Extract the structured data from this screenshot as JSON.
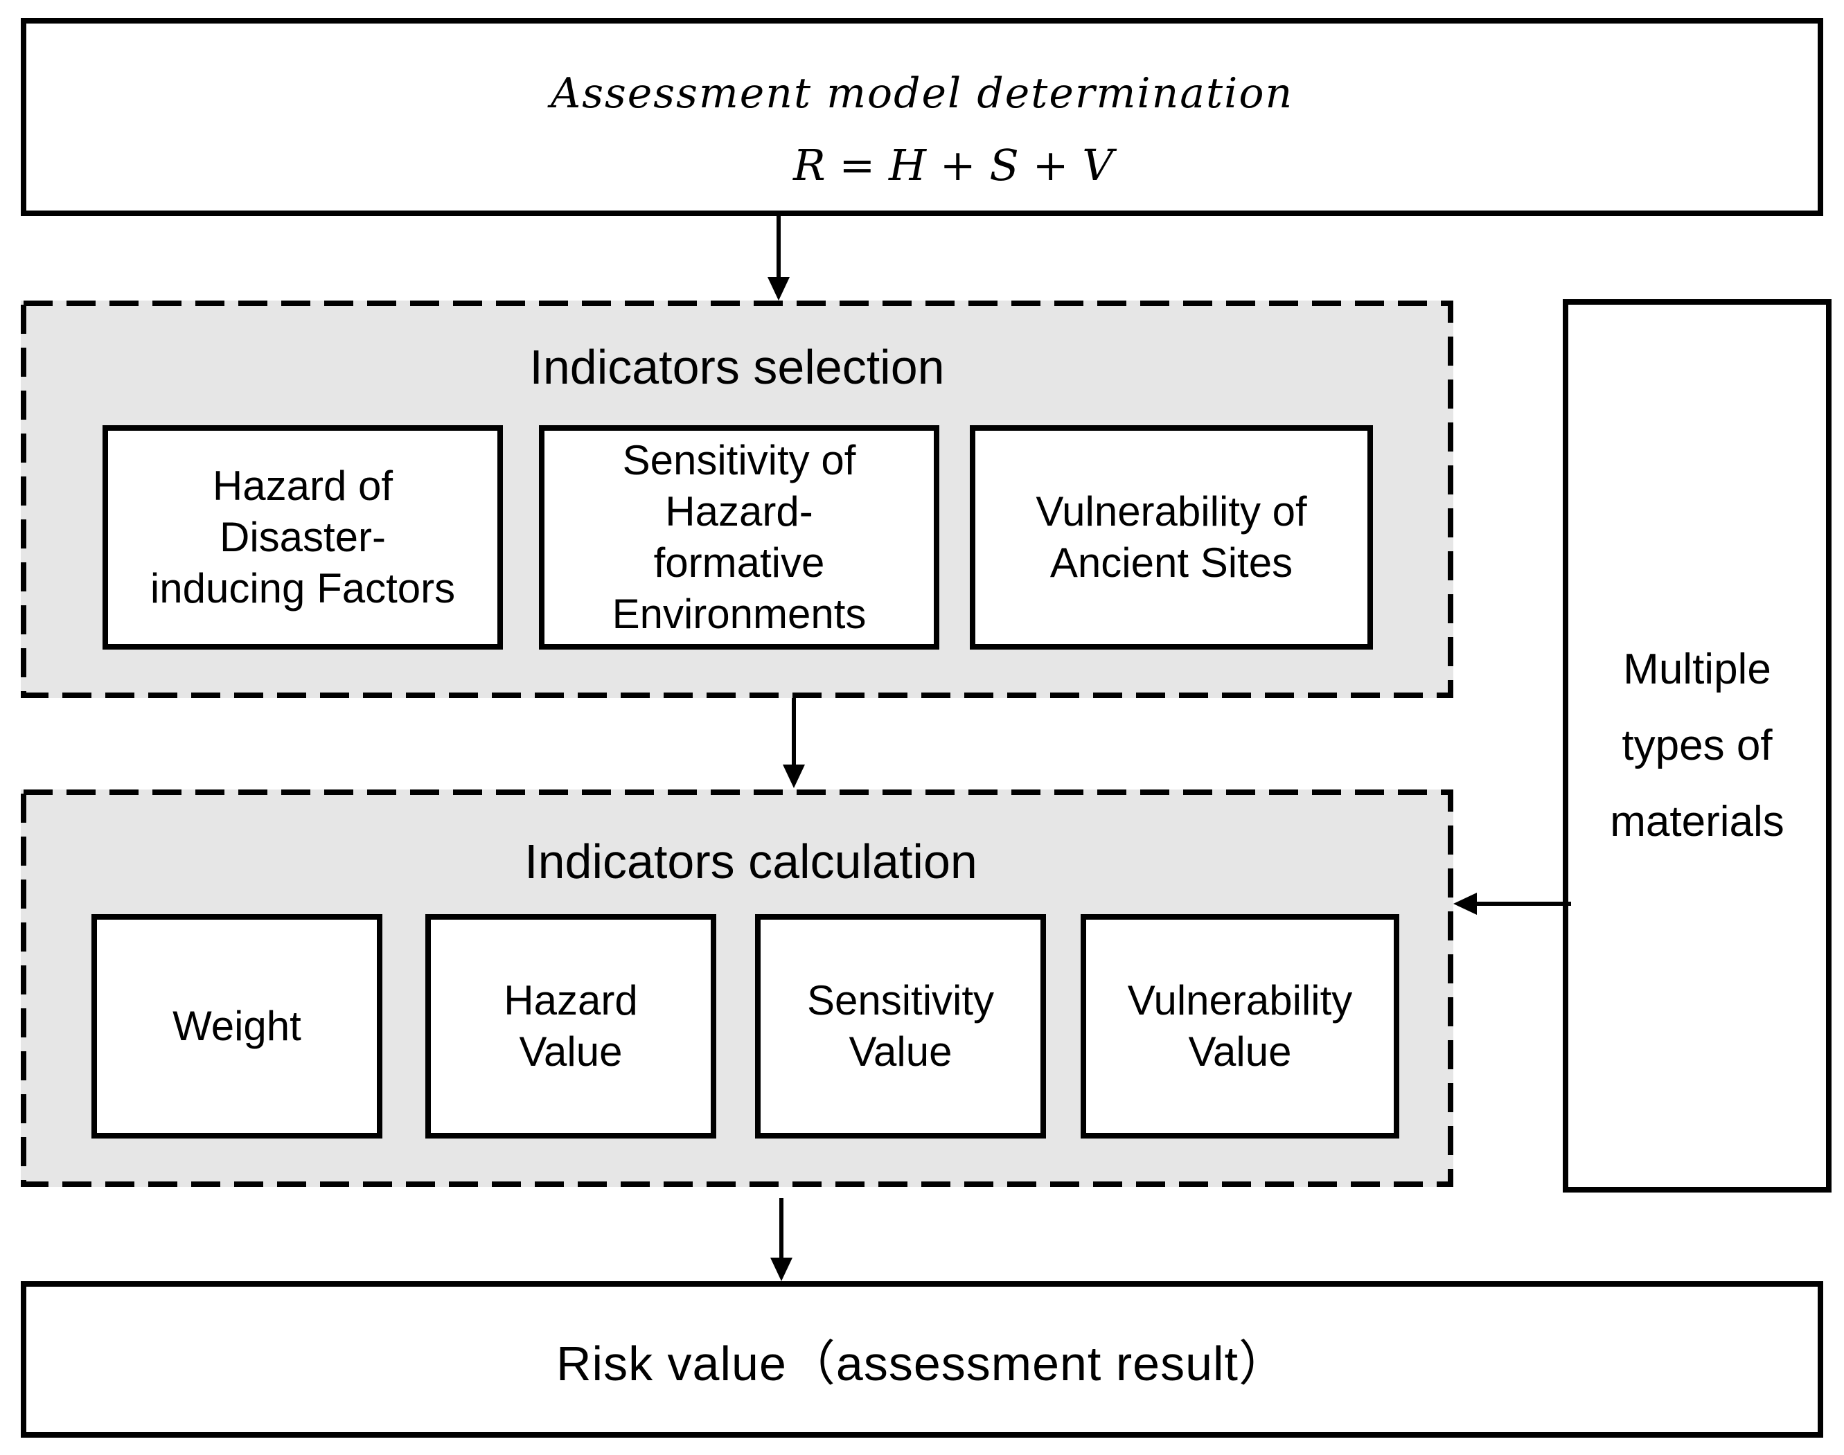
{
  "model": {
    "title": "Assessment model determination",
    "formula": "R = H + S + V"
  },
  "selection": {
    "title": "Indicators selection",
    "items": [
      {
        "label": "Hazard of\nDisaster-\ninducing Factors"
      },
      {
        "label": "Sensitivity of\nHazard-\nformative\nEnvironments"
      },
      {
        "label": "Vulnerability of\nAncient Sites"
      }
    ]
  },
  "calculation": {
    "title": "Indicators calculation",
    "items": [
      {
        "label": "Weight"
      },
      {
        "label": "Hazard\nValue"
      },
      {
        "label": "Sensitivity\nValue"
      },
      {
        "label": "Vulnerability\nValue"
      }
    ]
  },
  "materials": {
    "label": "Multiple\ntypes of\nmaterials"
  },
  "result": {
    "label": "Risk value（assessment  result）"
  }
}
